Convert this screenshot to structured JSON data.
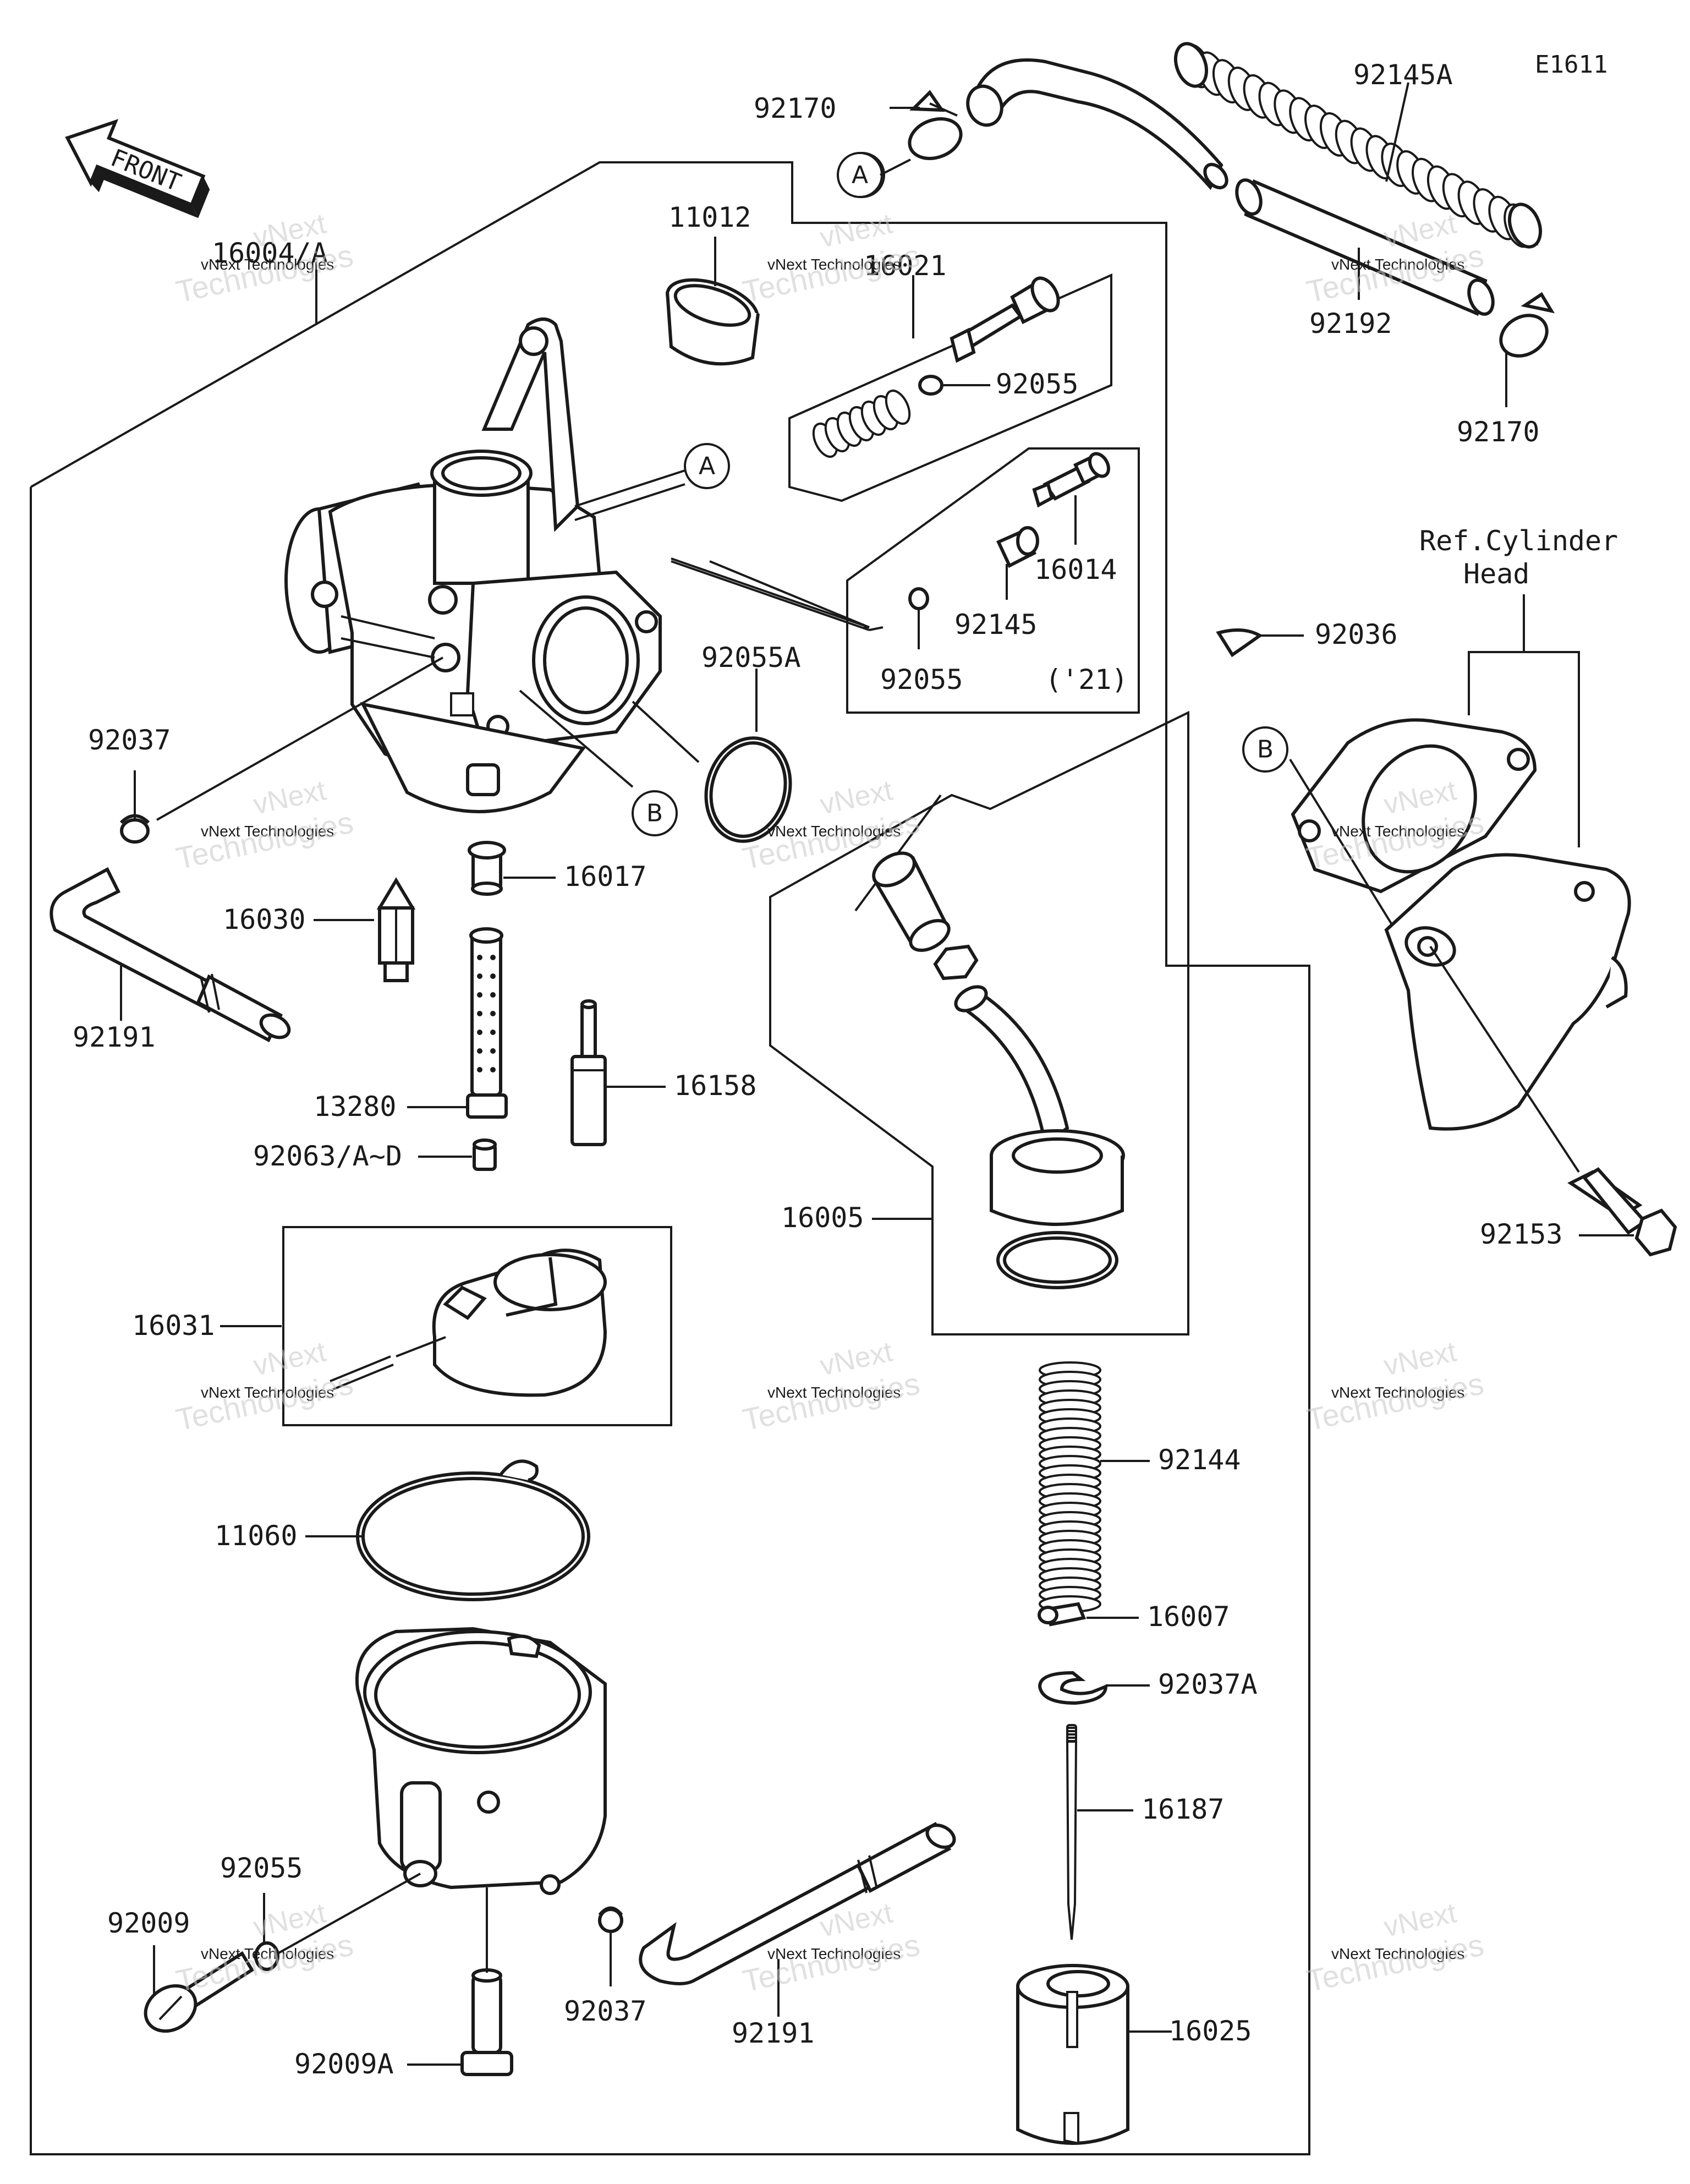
{
  "diagram_code": "E1611",
  "front_label": "FRONT",
  "watermark": {
    "line1": "vNext",
    "line2": "vNext Technologies",
    "line3": "Technologies"
  },
  "callouts": {
    "a": "A",
    "b": "B"
  },
  "ref_label": {
    "line1": "Ref.Cylinder",
    "line2": "Head"
  },
  "year_note": "('21)",
  "parts": {
    "p16004": "16004/A",
    "p11012": "11012",
    "p16021": "16021",
    "p92055_upper": "92055",
    "p92170_left": "92170",
    "p92145a": "92145A",
    "p92192": "92192",
    "p92170_right": "92170",
    "p16014": "16014",
    "p92145": "92145",
    "p92055_mid": "92055",
    "p92036": "92036",
    "p92055a": "92055A",
    "p92037_top": "92037",
    "p16017": "16017",
    "p16030": "16030",
    "p92191_left": "92191",
    "p13280": "13280",
    "p16158": "16158",
    "p92063": "92063/A~D",
    "p16005": "16005",
    "p92153": "92153",
    "p16031": "16031",
    "p92144": "92144",
    "p11060": "11060",
    "p16007": "16007",
    "p92037a": "92037A",
    "p16187": "16187",
    "p92055_low": "92055",
    "p92009": "92009",
    "p92037_low": "92037",
    "p92191_low": "92191",
    "p16025": "16025",
    "p92009a": "92009A"
  }
}
